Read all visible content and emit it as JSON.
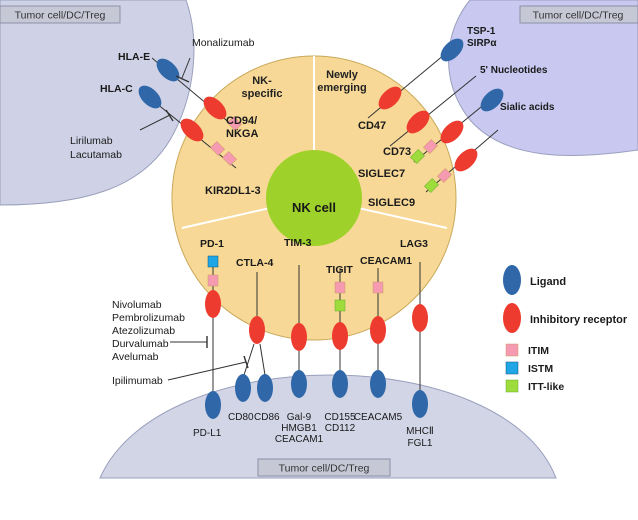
{
  "colors": {
    "tumor_cell_fill": "#cfd2e6",
    "tumor_cell_fill_right": "#c8c8f0",
    "nk_cell_fill": "#f7d896",
    "nucleus_fill": "#9ed22a",
    "ligand_fill": "#2f67a8",
    "receptor_fill": "#ee3b2f",
    "itim_fill": "#f59ab0",
    "istm_fill": "#1fa6e6",
    "itt_fill": "#9ddc3a"
  },
  "cell_labels": {
    "top_left": "Tumor cell/DC/Treg",
    "top_right": "Tumor cell/DC/Treg",
    "bottom": "Tumor cell/DC/Treg",
    "nk": "NK cell"
  },
  "sectors": {
    "nk_specific_1": "NK-",
    "nk_specific_2": "specific",
    "newly_1": "Newly",
    "newly_2": "emerging"
  },
  "receptors": {
    "cd94_1": "CD94/",
    "cd94_2": "NKGA",
    "kir": "KIR2DL1-3",
    "cd47": "CD47",
    "cd73": "CD73",
    "siglec7": "SIGLEC7",
    "siglec9": "SIGLEC9",
    "pd1": "PD-1",
    "ctla4": "CTLA-4",
    "tim3": "TIM-3",
    "tigit": "TIGIT",
    "ceacam1": "CEACAM1",
    "lag3": "LAG3"
  },
  "ligands": {
    "hla_e": "HLA-E",
    "hla_c": "HLA-C",
    "tsp1": "TSP-1",
    "sirpa": "SIRPα",
    "nucleotides": "5' Nucleotides",
    "sialic": "Sialic acids",
    "pdl1": "PD-L1",
    "cd80": "CD80",
    "cd86": "CD86",
    "gal9": "Gal-9",
    "hmgb1": "HMGB1",
    "ceacam1_lig": "CEACAM1",
    "cd155": "CD155",
    "cd112": "CD112",
    "ceacam5": "CEACAM5",
    "mhc2": "MHCⅡ",
    "fgl1": "FGL1"
  },
  "drugs": {
    "monalizumab": "Monalizumab",
    "lirilumab": "Lirilumab",
    "lacutamab": "Lacutamab",
    "nivolumab": "Nivolumab",
    "pembrolizumab": "Pembrolizumab",
    "atezolizumab": "Atezolizumab",
    "durvalumab": "Durvalumab",
    "avelumab": "Avelumab",
    "ipilimumab": "Ipilimumab"
  },
  "legend": {
    "ligand": "Ligand",
    "inhibitory": "Inhibitory receptor",
    "itim": "ITIM",
    "istm": "ISTM",
    "itt": "ITT-like"
  }
}
